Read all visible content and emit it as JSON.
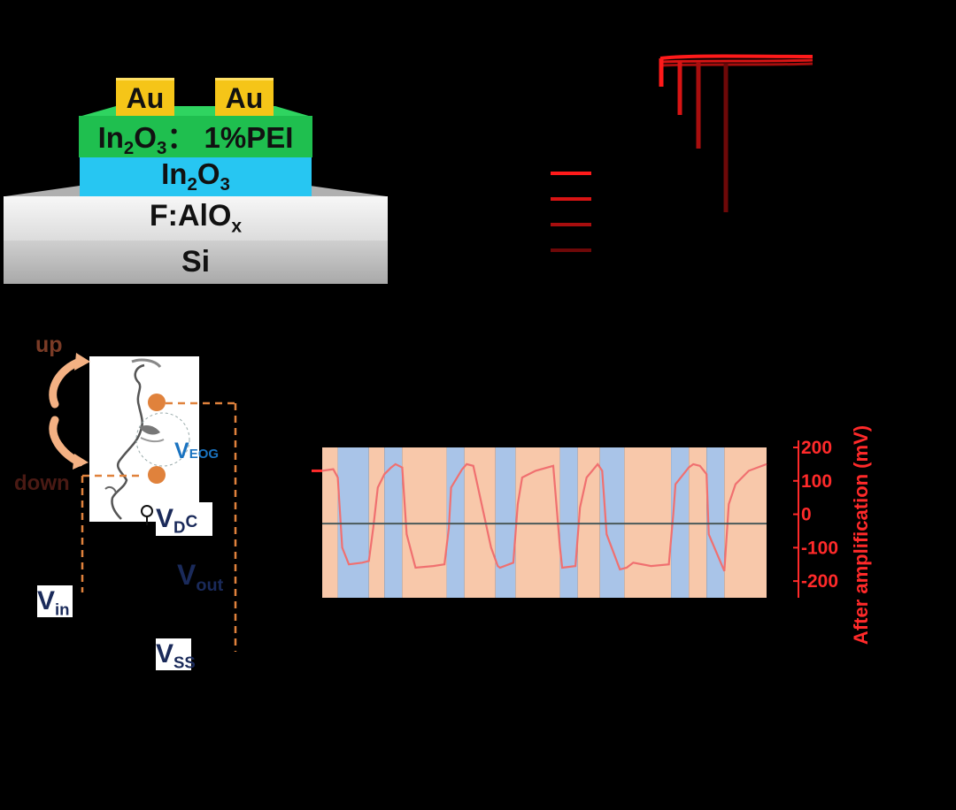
{
  "stack": {
    "contact_left": "Au",
    "contact_right": "Au",
    "layer_top": {
      "main": "In",
      "sub1": "2",
      "mid": "O",
      "sub2": "3",
      "tail": "： 1%PEI"
    },
    "layer_channel": {
      "main": "In",
      "sub1": "2",
      "mid": "O",
      "sub2": "3"
    },
    "layer_dielectric": {
      "main": "F:AlO",
      "sub": "x"
    },
    "layer_substrate": "Si",
    "colors": {
      "au": "#f5c518",
      "top": "#1fbf4f",
      "channel": "#27c6f2",
      "dielectric": "#ececec",
      "substrate": "#b9b9b9"
    }
  },
  "eog": {
    "direction_up": "up",
    "direction_down": "down",
    "v_eog": {
      "main": "V",
      "sub": "EOG"
    },
    "v_dc": {
      "main": "V",
      "sub": "D",
      "tail": "C"
    },
    "v_out": {
      "main": "V",
      "sub": "out"
    },
    "v_in": {
      "main": "V",
      "sub": "in"
    },
    "v_ss": {
      "main": "V",
      "sub": "SS"
    },
    "colors": {
      "arrow": "#f4b183",
      "electrode": "#e0823c",
      "up_text": "#7a3b26",
      "down_text": "#4a1a14"
    }
  },
  "chart_data": {
    "type": "line",
    "ylabel": "After amplification (mV)",
    "ylim": [
      -250,
      200
    ],
    "yticks": [
      200,
      100,
      0,
      -100,
      -200
    ],
    "x_extent": [
      0,
      100
    ],
    "bands": [
      {
        "start": 0,
        "end": 3.5,
        "color": "#f8c8aa"
      },
      {
        "start": 3.5,
        "end": 10.5,
        "color": "#a9c4e8"
      },
      {
        "start": 10.5,
        "end": 14,
        "color": "#f8c8aa"
      },
      {
        "start": 14,
        "end": 18,
        "color": "#a9c4e8"
      },
      {
        "start": 18,
        "end": 28,
        "color": "#f8c8aa"
      },
      {
        "start": 28,
        "end": 32,
        "color": "#a9c4e8"
      },
      {
        "start": 32,
        "end": 39,
        "color": "#f8c8aa"
      },
      {
        "start": 39,
        "end": 43.5,
        "color": "#a9c4e8"
      },
      {
        "start": 43.5,
        "end": 53.5,
        "color": "#f8c8aa"
      },
      {
        "start": 53.5,
        "end": 57.5,
        "color": "#a9c4e8"
      },
      {
        "start": 57.5,
        "end": 62.5,
        "color": "#f8c8aa"
      },
      {
        "start": 62.5,
        "end": 68,
        "color": "#a9c4e8"
      },
      {
        "start": 68,
        "end": 78.5,
        "color": "#f8c8aa"
      },
      {
        "start": 78.5,
        "end": 82.5,
        "color": "#a9c4e8"
      },
      {
        "start": 82.5,
        "end": 86.5,
        "color": "#f8c8aa"
      },
      {
        "start": 86.5,
        "end": 90.5,
        "color": "#a9c4e8"
      },
      {
        "start": 90.5,
        "end": 100,
        "color": "#f8c8aa"
      }
    ],
    "series": [
      {
        "color": "#f07070",
        "x": [
          0,
          2.5,
          3.5,
          4.5,
          6,
          9,
          10.5,
          11.5,
          12.5,
          14,
          15.5,
          16.5,
          18,
          19,
          21,
          25,
          27.5,
          28.5,
          29,
          31.5,
          32.5,
          34,
          38,
          39.5,
          40,
          43,
          44,
          45,
          48,
          52,
          53.5,
          54,
          57,
          58,
          59.5,
          62,
          63,
          64,
          67,
          68.5,
          70,
          74,
          78,
          79,
          79.5,
          82.5,
          83.5,
          85,
          86.5,
          87,
          90.5,
          91.5,
          93,
          96,
          100
        ],
        "y": [
          130,
          135,
          110,
          -100,
          -150,
          -145,
          -140,
          -40,
          80,
          120,
          140,
          150,
          140,
          -60,
          -160,
          -155,
          -150,
          -40,
          80,
          135,
          150,
          145,
          -100,
          -155,
          -160,
          -145,
          30,
          110,
          130,
          145,
          -100,
          -160,
          -155,
          20,
          110,
          150,
          130,
          -60,
          -165,
          -160,
          -145,
          -155,
          -150,
          0,
          90,
          140,
          150,
          145,
          120,
          -60,
          -170,
          30,
          90,
          130,
          150
        ]
      },
      {
        "color": "#4b5a5a",
        "x": [
          0,
          100
        ],
        "y": [
          -28,
          -28
        ]
      }
    ]
  },
  "transfer_curve": {
    "legend_colors": [
      "#ff1a1a",
      "#d81414",
      "#a80e0e",
      "#6e0808"
    ]
  }
}
